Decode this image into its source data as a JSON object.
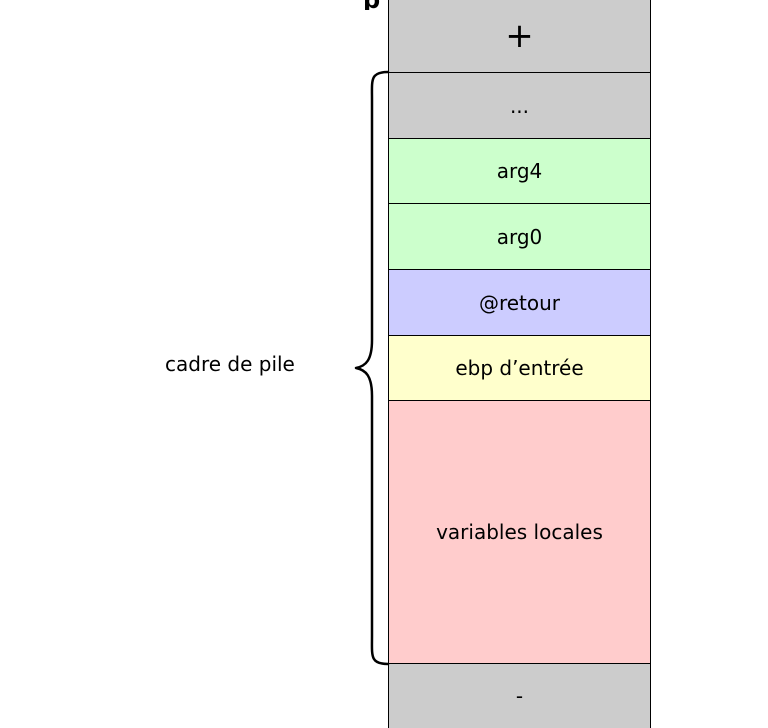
{
  "top_partial_text": "",
  "stack": {
    "cells": [
      {
        "label": "+",
        "color": "#cccccc"
      },
      {
        "label": "...",
        "color": "#cccccc"
      },
      {
        "label": "arg4",
        "color": "#ccffcc"
      },
      {
        "label": "arg0",
        "color": "#ccffcc"
      },
      {
        "label": "@retour",
        "color": "#ccccff"
      },
      {
        "label": "ebp d’entrée",
        "color": "#ffffcc"
      },
      {
        "label": "variables locales",
        "color": "#ffcccc"
      },
      {
        "label": "-",
        "color": "#cccccc"
      }
    ]
  },
  "frame": {
    "label": "cadre de pile"
  }
}
